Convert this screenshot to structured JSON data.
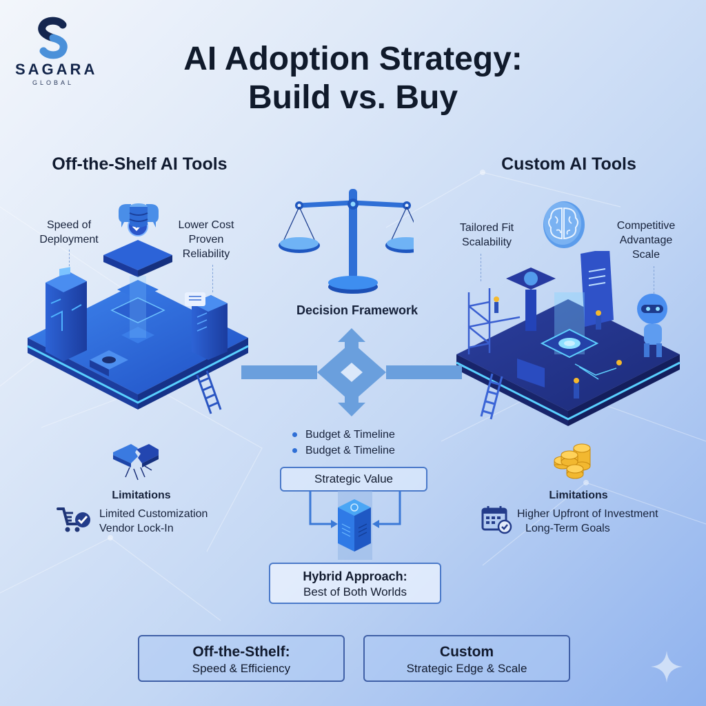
{
  "brand": {
    "name": "SAGARA",
    "subtitle": "GLOBAL"
  },
  "title": {
    "line1": "AI Adoption Strategy:",
    "line2": "Build vs. Buy"
  },
  "left_section": {
    "title": "Off-the-Shelf AI Tools",
    "benefit_left": {
      "line1": "Speed of",
      "line2": "Deployment"
    },
    "benefit_right": {
      "line1": "Lower Cost",
      "line2": "Proven",
      "line3": "Reliability"
    },
    "limitations": {
      "heading": "Limitations",
      "items": [
        "Limited Customization",
        "Vendor Lock-In"
      ],
      "icon": "shopping-cart-check-icon",
      "hero_icon": "broken-puzzle-icon"
    },
    "illustration": "isometric-platform-servers-icon"
  },
  "right_section": {
    "title": "Custom AI Tools",
    "benefit_left": {
      "line1": "Tailored Fit",
      "line2": "Scalability"
    },
    "benefit_right": {
      "line1": "Competitive",
      "line2": "Advantage",
      "line3": "Scale"
    },
    "limitations": {
      "heading": "Limitations",
      "items": [
        "Higher Upfront of Investment",
        "Long-Term Goals"
      ],
      "icon": "calendar-check-icon",
      "hero_icon": "gold-coins-icon"
    },
    "illustration": "isometric-platform-construction-robot-icon"
  },
  "center": {
    "framework_label": "Decision Framework",
    "framework_icon": "balance-scale-icon",
    "criteria": [
      "Budget & Timeline",
      "Budget & Timeline"
    ],
    "strategic_value": "Strategic Value",
    "hybrid": {
      "line1": "Hybrid Approach:",
      "line2": "Best of Both Worlds"
    },
    "hybrid_icon": "server-cube-icon"
  },
  "summary": [
    {
      "title": "Off-the-Sthelf:",
      "subtitle": "Speed & Efficiency"
    },
    {
      "title": "Custom",
      "subtitle": "Strategic Edge & Scale"
    }
  ],
  "colors": {
    "primary_blue": "#2f6fd6",
    "dark_navy": "#1a2a78",
    "accent_cyan": "#4fc3ff",
    "title_text": "#101a2b",
    "coin_gold": "#f2b830"
  }
}
